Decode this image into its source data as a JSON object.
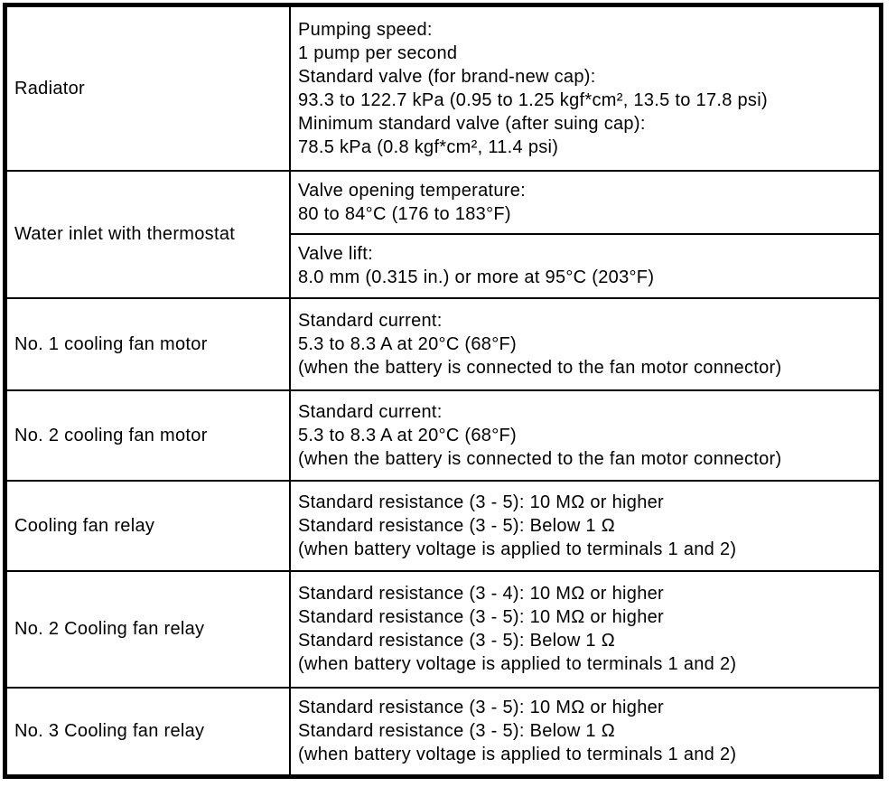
{
  "table": {
    "colors": {
      "border": "#000000",
      "background": "#ffffff",
      "text": "#000000"
    },
    "rows": [
      {
        "component": "Radiator",
        "cells": [
          {
            "lines": [
              "Pumping speed:",
              "1 pump per second",
              "Standard valve (for brand-new cap):",
              "93.3 to 122.7 kPa (0.95 to 1.25 kgf*cm², 13.5 to 17.8 psi)",
              "Minimum standard valve (after suing cap):",
              "78.5 kPa (0.8 kgf*cm², 11.4 psi)"
            ]
          }
        ]
      },
      {
        "component": "Water inlet with thermostat",
        "cells": [
          {
            "lines": [
              "Valve opening temperature:",
              "80 to 84°C (176 to 183°F)"
            ]
          },
          {
            "lines": [
              "Valve lift:",
              "8.0 mm (0.315 in.) or more at 95°C (203°F)"
            ]
          }
        ]
      },
      {
        "component": "No. 1 cooling fan motor",
        "cells": [
          {
            "lines": [
              "Standard current:",
              "5.3 to 8.3 A at 20°C (68°F)",
              "(when the battery is connected to the fan motor connector)"
            ]
          }
        ]
      },
      {
        "component": "No. 2 cooling fan motor",
        "cells": [
          {
            "lines": [
              "Standard current:",
              "5.3 to 8.3 A at 20°C (68°F)",
              "(when the battery is connected to the fan motor connector)"
            ]
          }
        ]
      },
      {
        "component": "Cooling fan relay",
        "cells": [
          {
            "lines": [
              "Standard resistance (3 - 5): 10 MΩ or higher",
              "Standard resistance (3 - 5): Below 1 Ω",
              "(when battery voltage is applied to terminals 1 and 2)"
            ]
          }
        ]
      },
      {
        "component": "No. 2 Cooling fan relay",
        "cells": [
          {
            "lines": [
              "Standard resistance (3 - 4): 10 MΩ or higher",
              "Standard resistance (3 - 5): 10 MΩ or higher",
              "Standard resistance (3 - 5): Below 1 Ω",
              "(when battery voltage is applied to terminals 1 and 2)"
            ]
          }
        ]
      },
      {
        "component": "No. 3 Cooling fan relay",
        "cells": [
          {
            "lines": [
              "Standard resistance (3 - 5): 10 MΩ or higher",
              "Standard resistance (3 - 5): Below 1 Ω",
              "(when battery voltage is applied to terminals 1 and 2)"
            ]
          }
        ]
      }
    ]
  }
}
